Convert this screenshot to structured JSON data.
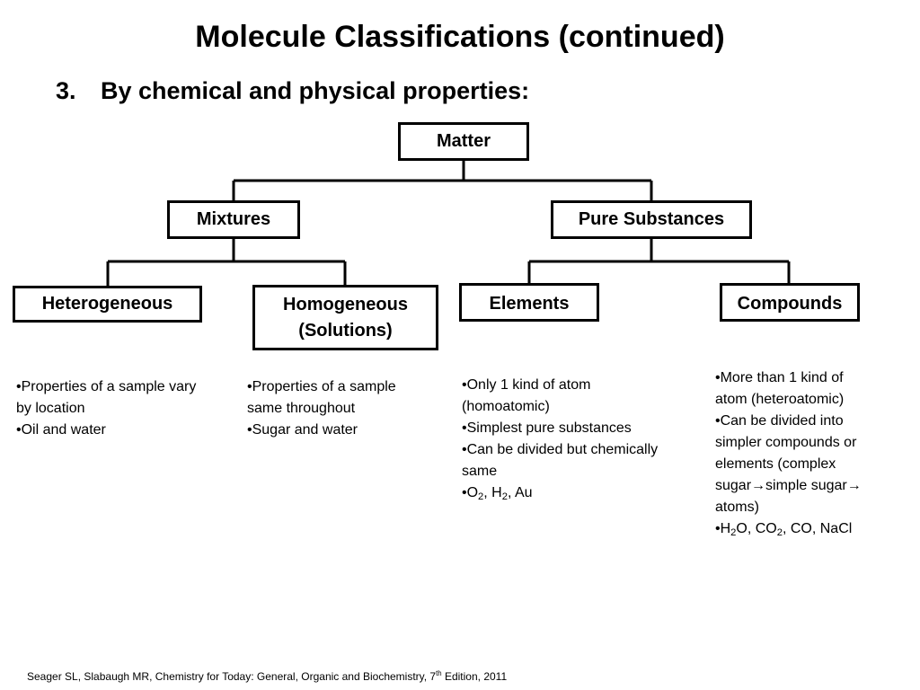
{
  "title": "Molecule Classifications (continued)",
  "subtitle": {
    "number": "3.",
    "text": "By chemical and physical properties:"
  },
  "nodes": {
    "matter": "Matter",
    "mixtures": "Mixtures",
    "pure_substances": "Pure Substances",
    "heterogeneous": "Heterogeneous",
    "homogeneous_line1": "Homogeneous",
    "homogeneous_line2": "(Solutions)",
    "elements": "Elements",
    "compounds": "Compounds"
  },
  "notes": {
    "heterogeneous": [
      "•Properties of a sample vary by location",
      "•Oil and water"
    ],
    "homogeneous": [
      "•Properties of a sample same throughout",
      "•Sugar and water"
    ],
    "elements": {
      "items": [
        "•Only 1 kind of atom (homoatomic)",
        "•Simplest pure substances",
        "•Can be divided but chemically same"
      ],
      "formula": {
        "bullet": "•O",
        "s1": "2",
        "t1": ", H",
        "s2": "2",
        "t2": ", Au"
      }
    },
    "compounds": {
      "items": [
        "•More than 1 kind of atom (heteroatomic)"
      ],
      "divide_part1": "•Can be divided into simpler compounds or elements (complex sugar",
      "divide_part2": "simple sugar",
      "divide_part3": " atoms)",
      "formula": {
        "bullet": "•H",
        "s1": "2",
        "t1": "O, CO",
        "s2": "2",
        "t2": ", CO, NaCl"
      }
    }
  },
  "footer": {
    "before": "Seager SL, Slabaugh MR, Chemistry for Today: General, Organic and Biochemistry, 7",
    "sup": "th",
    "after": " Edition, 2011"
  }
}
